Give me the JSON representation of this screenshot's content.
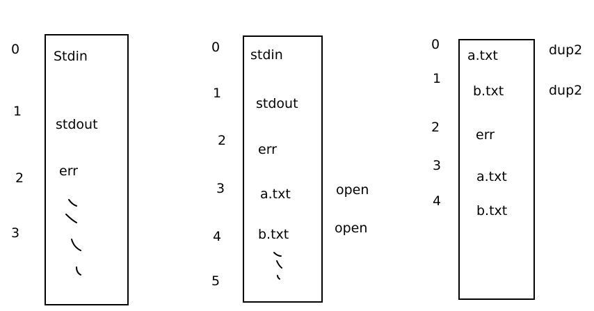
{
  "tables": [
    {
      "indices": [
        "0",
        "1",
        "2",
        "3"
      ],
      "entries": [
        "Stdin",
        "stdout",
        "err"
      ],
      "side_labels": []
    },
    {
      "indices": [
        "0",
        "1",
        "2",
        "3",
        "4",
        "5"
      ],
      "entries": [
        "stdin",
        "stdout",
        "err",
        "a.txt",
        "b.txt"
      ],
      "side_labels": [
        "open",
        "open"
      ]
    },
    {
      "indices": [
        "0",
        "1",
        "2",
        "3",
        "4"
      ],
      "entries": [
        "a.txt",
        "b.txt",
        "err",
        "a.txt",
        "b.txt"
      ],
      "side_labels": [
        "dup2",
        "dup2"
      ]
    }
  ]
}
